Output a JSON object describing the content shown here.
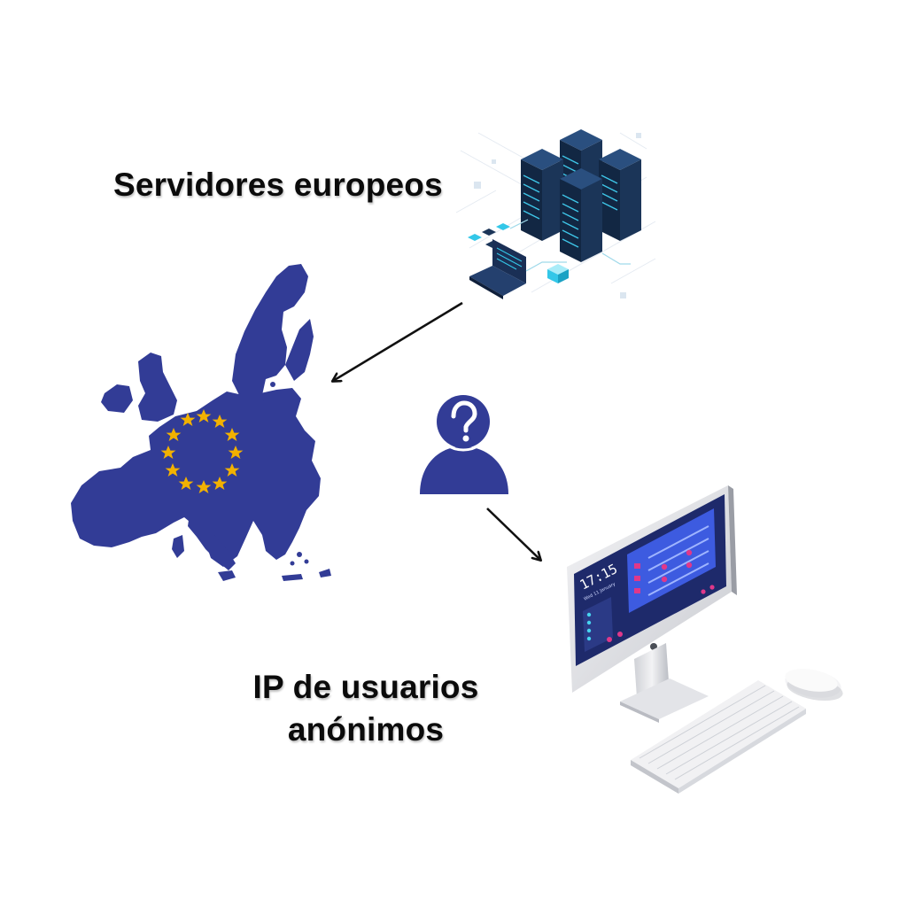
{
  "captions": {
    "servers": "Servidores europeos",
    "users_line1": "IP de usuarios",
    "users_line2": "anónimos"
  },
  "clock": {
    "time": "17:15",
    "date": "Wed 11 January"
  },
  "icons": {
    "servers": "server-rack-icon",
    "europe": "eu-map-icon",
    "user": "anonymous-user-icon",
    "computer": "desktop-computer-icon"
  },
  "colors": {
    "eu_blue": "#323C96",
    "eu_star": "#F2B100",
    "server_dark": "#12223F",
    "server_cyan": "#33C7E8",
    "screen_dark": "#1E2A6B",
    "screen_panel": "#3D5BE0",
    "accent_pink": "#E0388A"
  }
}
